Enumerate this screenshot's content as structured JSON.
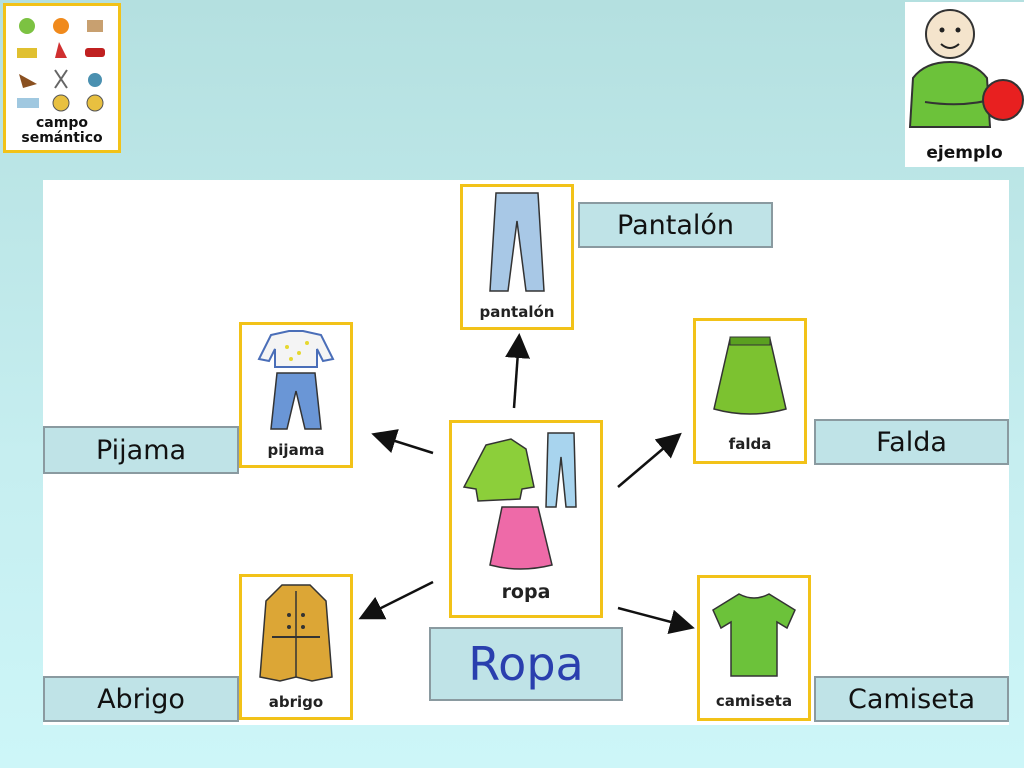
{
  "corner_left": {
    "label_line1": "campo",
    "label_line2": "semántico"
  },
  "corner_right": {
    "label": "ejemplo"
  },
  "center": {
    "card_label": "ropa",
    "title": "Ropa"
  },
  "items": {
    "pantalon": {
      "card_label": "pantalón",
      "word": "Pantalón"
    },
    "pijama": {
      "card_label": "pijama",
      "word": "Pijama"
    },
    "falda": {
      "card_label": "falda",
      "word": "Falda"
    },
    "abrigo": {
      "card_label": "abrigo",
      "word": "Abrigo"
    },
    "camiseta": {
      "card_label": "camiseta",
      "word": "Camiseta"
    }
  },
  "colors": {
    "card_border": "#f2c218",
    "word_box": "#bfe3e7",
    "title_text": "#2a3fae"
  }
}
